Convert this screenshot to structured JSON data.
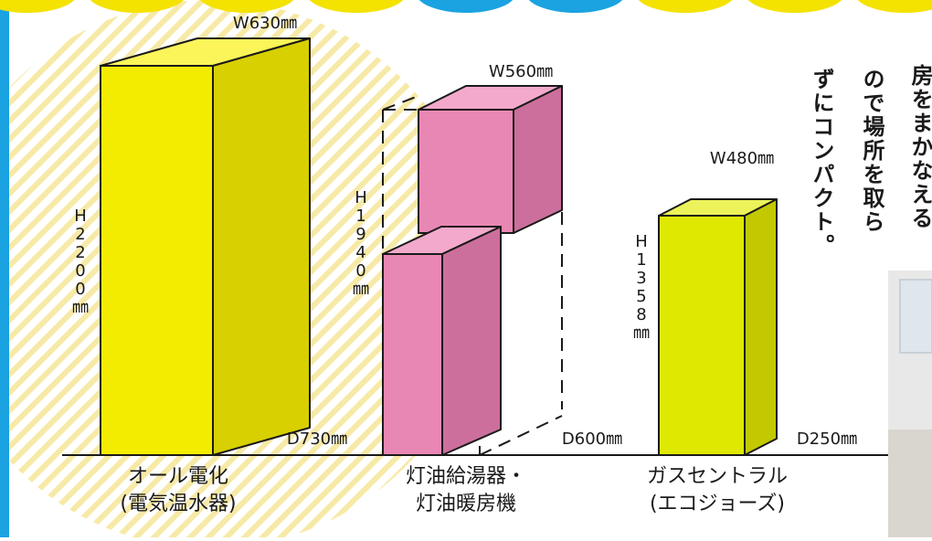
{
  "units": {
    "all_electric": {
      "width_label": "W630㎜",
      "height_label": "H\n2\n2\n0\n0\n㎜",
      "depth_label": "D730㎜",
      "name_line1": "オール電化",
      "name_line2": "(電気温水器)",
      "color_front": "#f4ec00",
      "color_side": "#d8d000",
      "color_top": "#fbf55a"
    },
    "kerosene": {
      "width_label": "W560㎜",
      "height_label": "H\n1\n9\n4\n0\n㎜",
      "depth_label": "D600㎜",
      "name_line1": "灯油給湯器・",
      "name_line2": "灯油暖房機",
      "color_front": "#e887b4",
      "color_side": "#cc6f9c",
      "color_top": "#f3a9cb"
    },
    "gas": {
      "width_label": "W480㎜",
      "height_label": "H\n1\n3\n5\n8\n㎜",
      "depth_label": "D250㎜",
      "name_line1": "ガスセントラル",
      "name_line2": "(エコジョーズ)",
      "color_front": "#dfe800",
      "color_side": "#c2c900",
      "color_top": "#ecf35a"
    }
  },
  "side_text": {
    "col1": "房をまかなえる",
    "col2": "ので場所を取ら",
    "col3": "ずにコンパクト。"
  },
  "colors": {
    "outline": "#1a1a1a",
    "stripe": "#f7e9a6",
    "left_edge": "#1aa3e0"
  }
}
